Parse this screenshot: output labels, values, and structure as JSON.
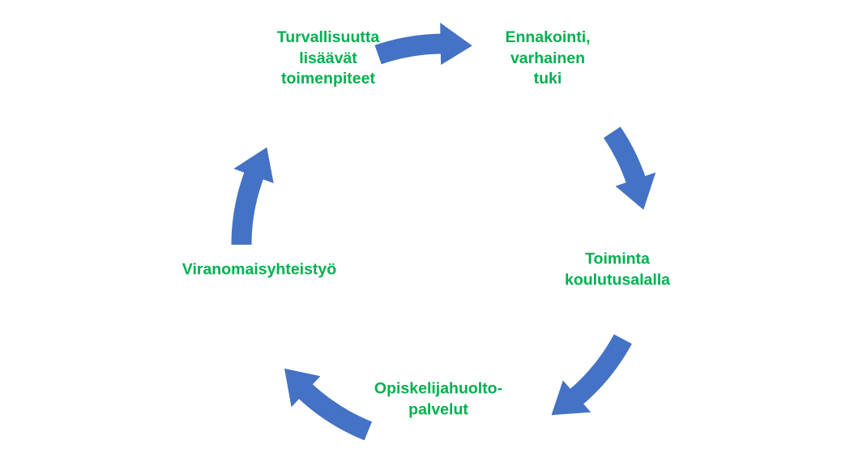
{
  "diagram": {
    "type": "cycle",
    "label_color": "#00b050",
    "arrow_color": "#4472c4",
    "nodes": [
      {
        "lines": [
          "Ennakointi,",
          "varhainen",
          "tuki"
        ]
      },
      {
        "lines": [
          "Toiminta",
          "koulutusalalla"
        ]
      },
      {
        "lines": [
          "Opiskelijahuolto-",
          "palvelut"
        ]
      },
      {
        "lines": [
          "Viranomaisyhteistyö"
        ]
      },
      {
        "lines": [
          "Turvallisuutta",
          "lisäävät",
          "toimenpiteet"
        ]
      }
    ]
  }
}
